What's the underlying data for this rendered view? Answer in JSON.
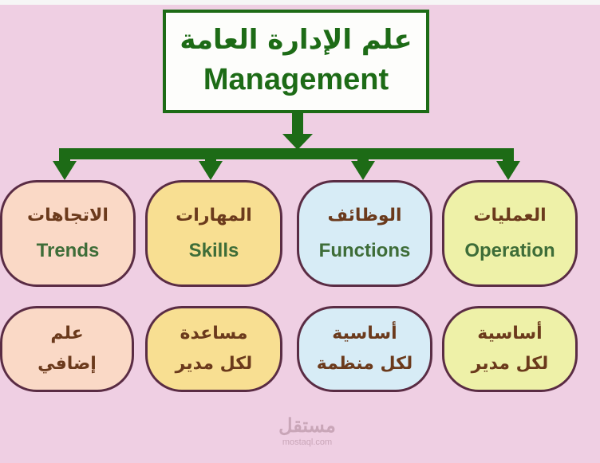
{
  "title": {
    "arabic": "علم الإدارة العامة",
    "english": "Management"
  },
  "categories": [
    {
      "arabic": "الاتجاهات",
      "english": "Trends",
      "note_line1": "علم",
      "note_line2": "إضافي"
    },
    {
      "arabic": "المهارات",
      "english": "Skills",
      "note_line1": "مساعدة",
      "note_line2": "لكل مدير"
    },
    {
      "arabic": "الوظائف",
      "english": "Functions",
      "note_line1": "أساسية",
      "note_line2": "لكل منظمة"
    },
    {
      "arabic": "العمليات",
      "english": "Operation",
      "note_line1": "أساسية",
      "note_line2": "لكل مدير"
    }
  ],
  "watermark": {
    "arabic": "مستقل",
    "latin": "mostaql.com"
  },
  "colors": {
    "background": "#efcfe3",
    "accent_green": "#1d6b16",
    "node_border": "#5a2c44",
    "trends_fill": "#fad9c6",
    "skills_fill": "#f8df92",
    "functions_fill": "#d7ecf6",
    "operation_fill": "#eef1a8"
  }
}
